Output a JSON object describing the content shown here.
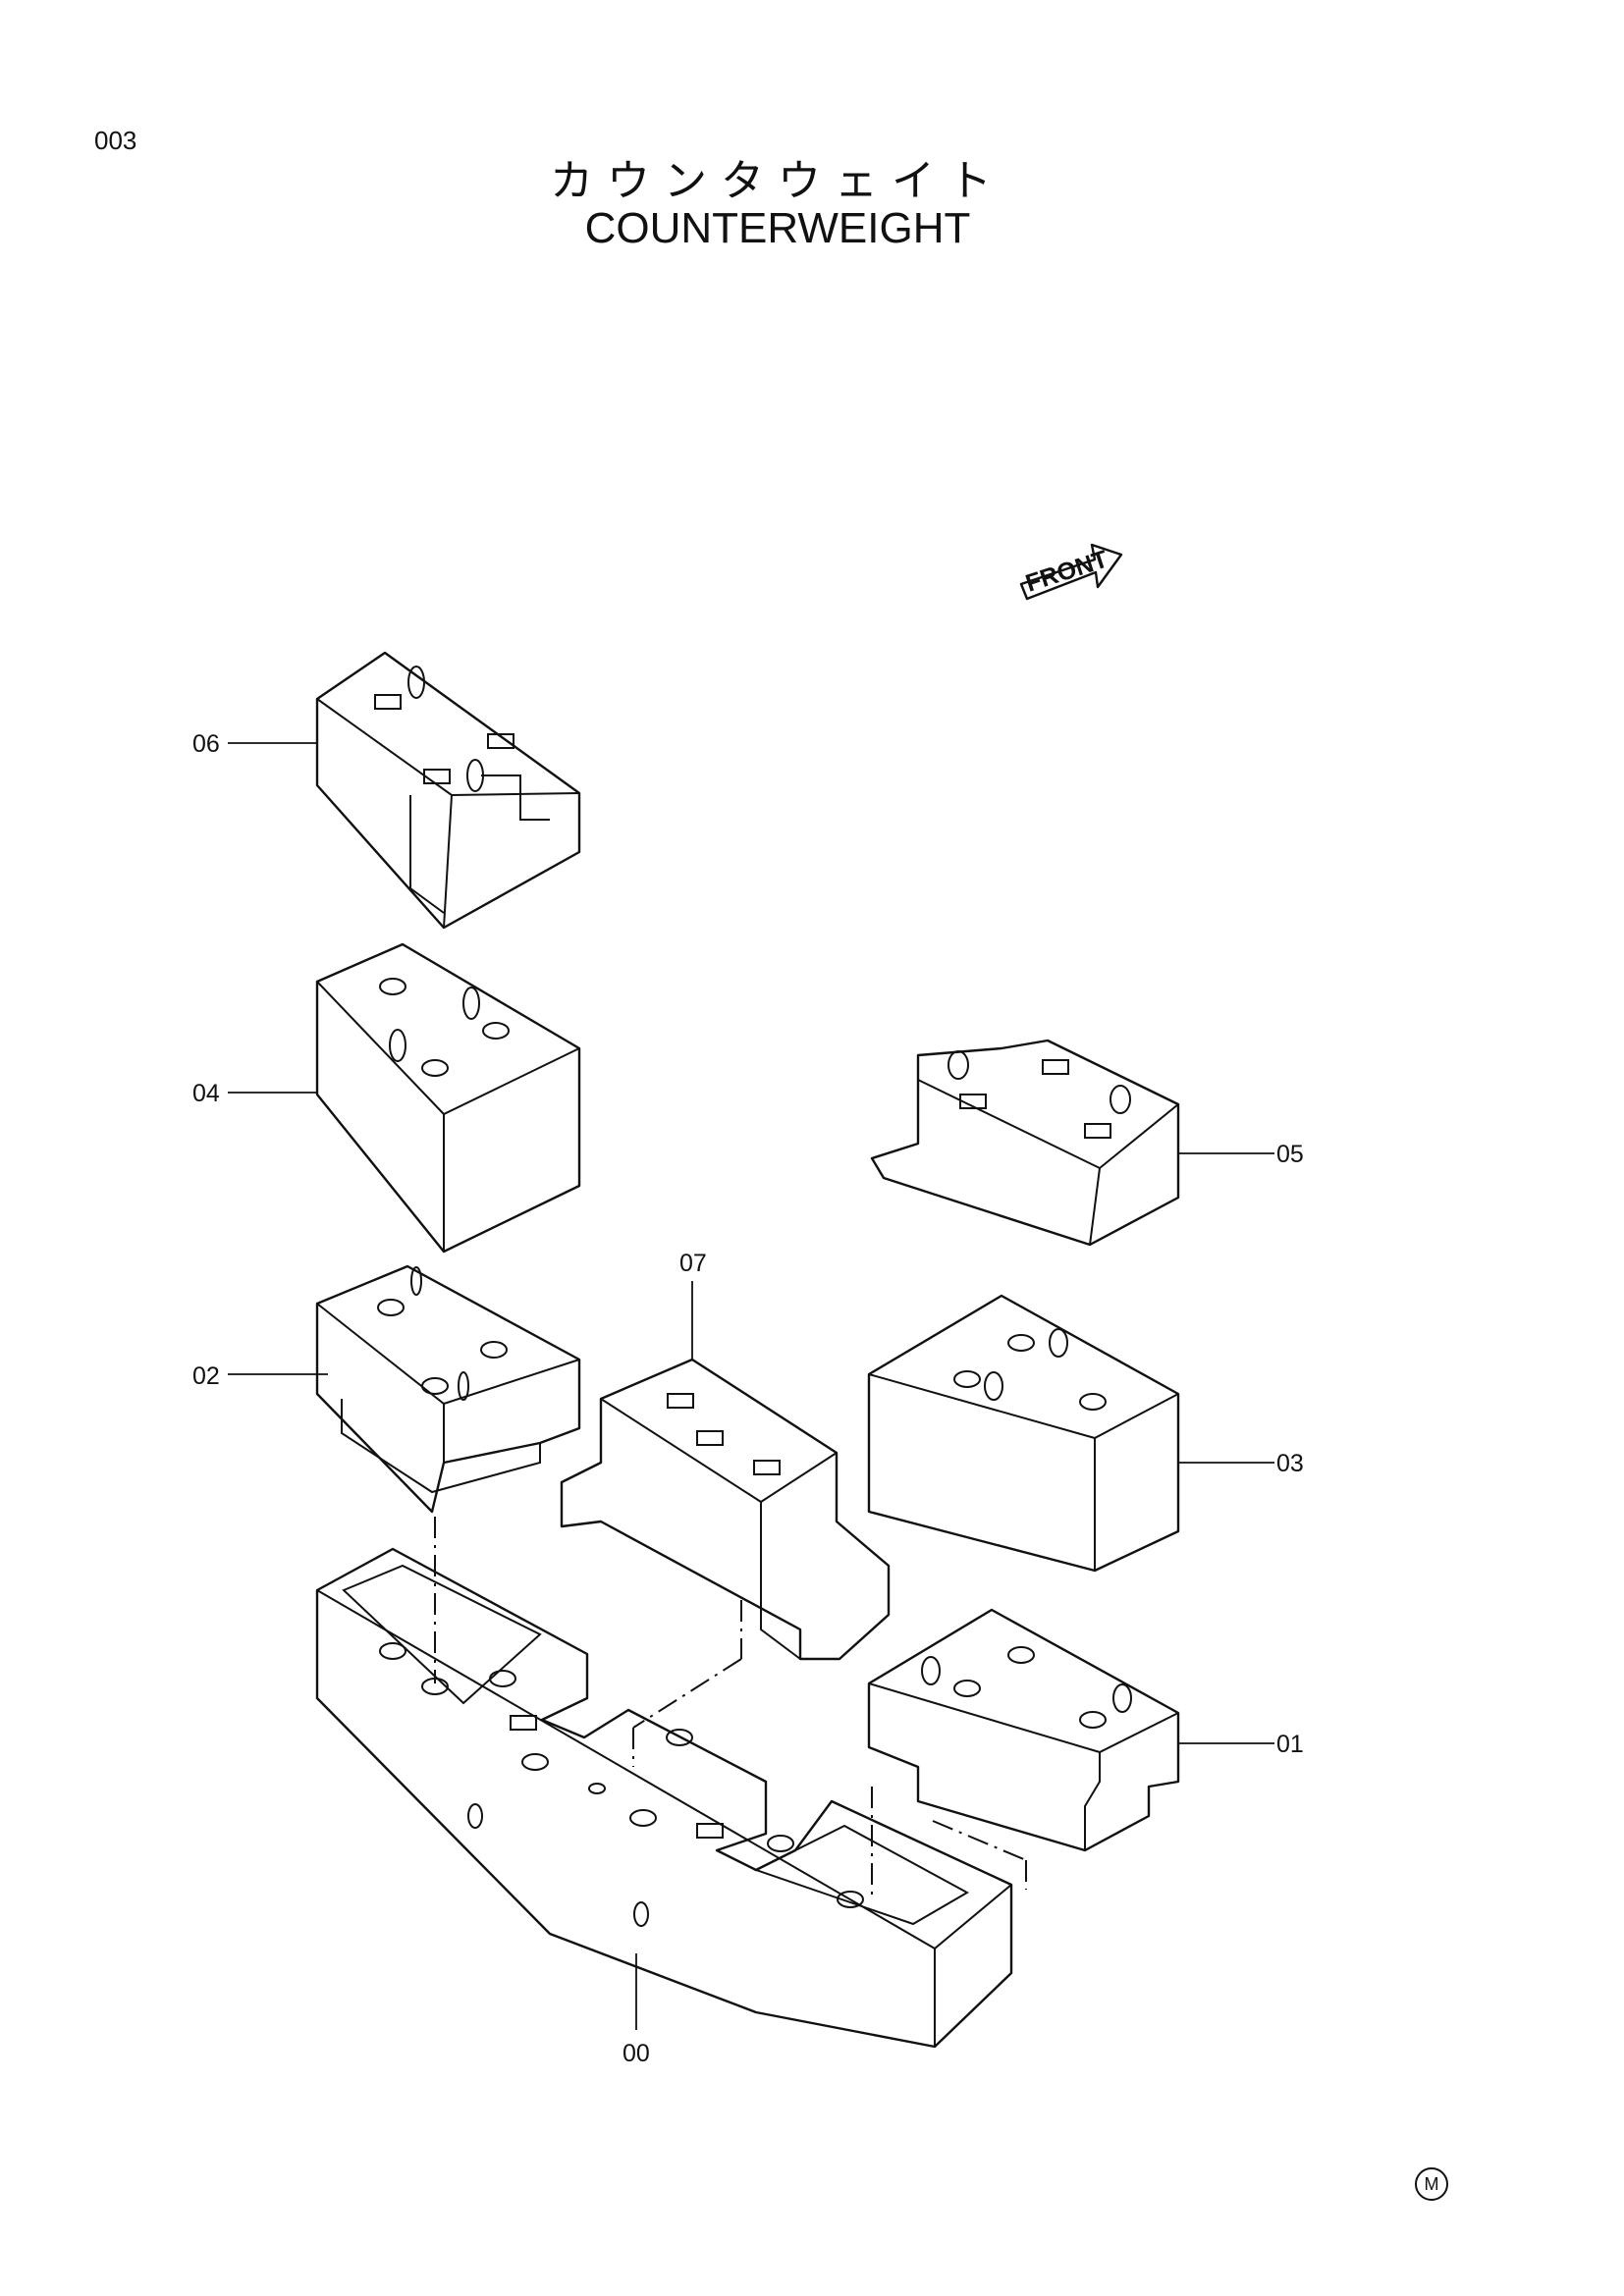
{
  "page": {
    "number": "003"
  },
  "title": {
    "japanese": "カウンタウェイト",
    "english": "COUNTERWEIGHT"
  },
  "orientation": {
    "label": "FRONT"
  },
  "parts": [
    {
      "id": "00"
    },
    {
      "id": "01"
    },
    {
      "id": "02"
    },
    {
      "id": "03"
    },
    {
      "id": "04"
    },
    {
      "id": "05"
    },
    {
      "id": "06"
    },
    {
      "id": "07"
    }
  ],
  "footer": {
    "mark": "M"
  }
}
